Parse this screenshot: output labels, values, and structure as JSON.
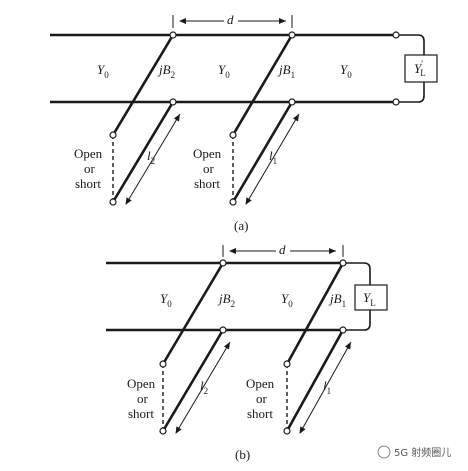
{
  "figure_a": {
    "caption": "(a)",
    "spacing_label": "d",
    "admittance_left": "Y",
    "admittance_mid": "Y",
    "admittance_right": "Y",
    "admittance_sub": "0",
    "stub2_label": "jB",
    "stub2_sub": "2",
    "stub1_label": "jB",
    "stub1_sub": "1",
    "load_label": "Y",
    "load_sub": "L",
    "load_sup": "′",
    "stub2_term": [
      "Open",
      "or",
      "short"
    ],
    "stub1_term": [
      "Open",
      "or",
      "short"
    ],
    "stub2_length": "l",
    "stub2_length_sub": "2",
    "stub1_length": "l",
    "stub1_length_sub": "1"
  },
  "figure_b": {
    "caption": "(b)",
    "spacing_label": "d",
    "admittance_left": "Y",
    "admittance_mid": "Y",
    "admittance_sub": "0",
    "stub2_label": "jB",
    "stub2_sub": "2",
    "stub1_label": "jB",
    "stub1_sub": "1",
    "load_label": "Y",
    "load_sub": "L",
    "stub2_term": [
      "Open",
      "or",
      "short"
    ],
    "stub1_term": [
      "Open",
      "or",
      "short"
    ],
    "stub2_length": "l",
    "stub2_length_sub": "2",
    "stub1_length": "l",
    "stub1_length_sub": "1"
  },
  "watermark": "5G 射频圈儿"
}
